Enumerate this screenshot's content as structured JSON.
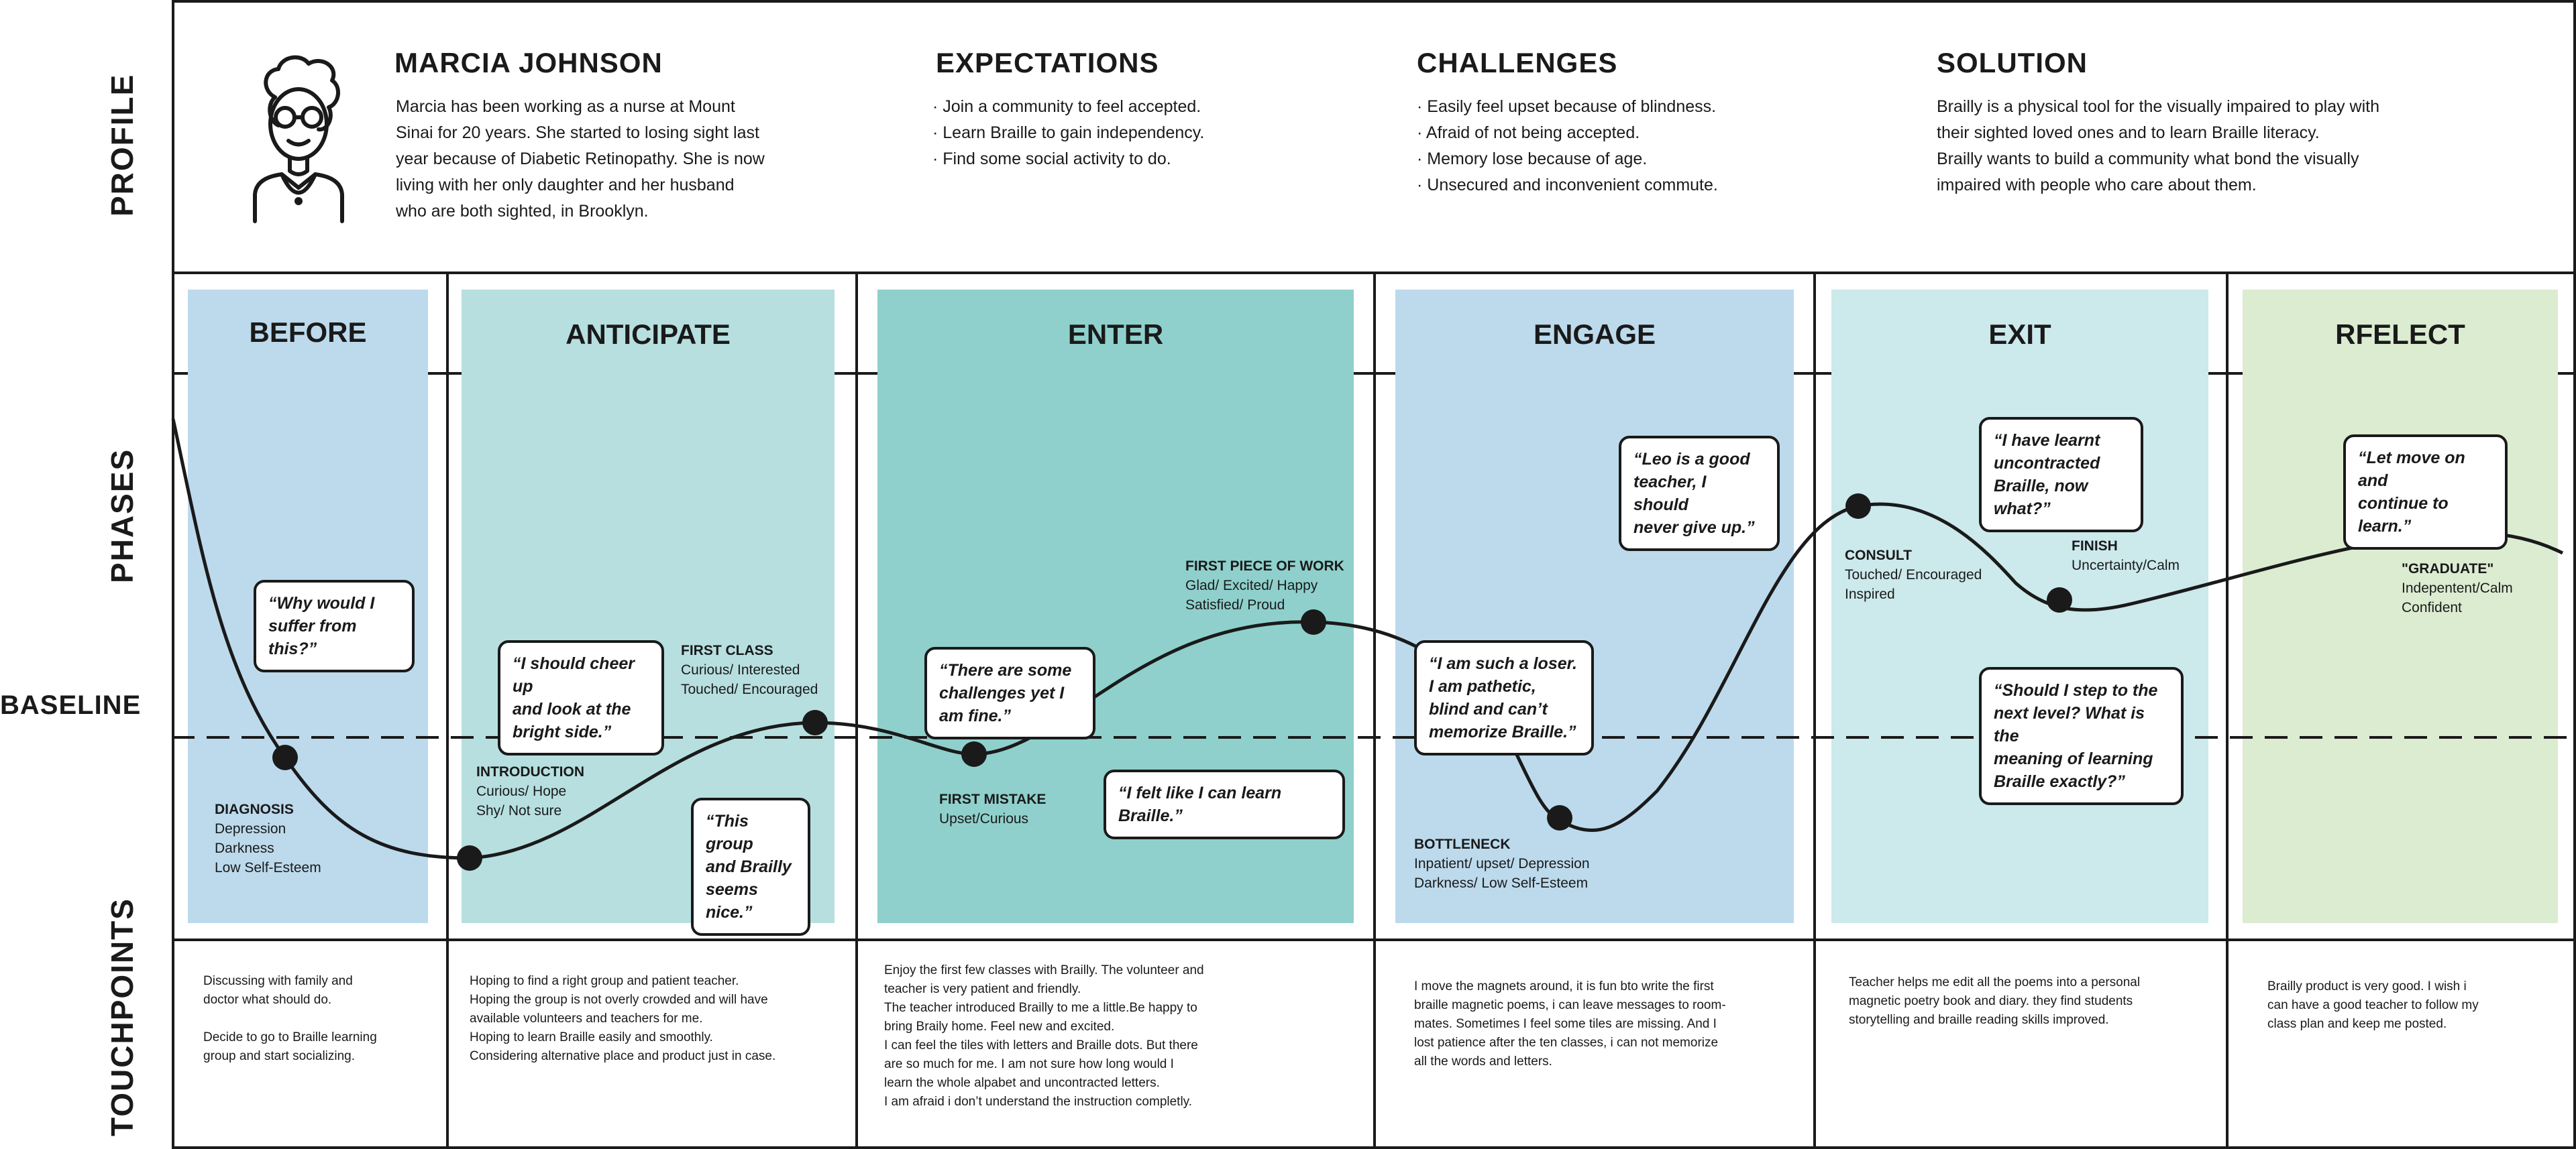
{
  "side_labels": {
    "profile": "PROFILE",
    "phases": "PHASES",
    "baseline": "BASELINE",
    "touchpoints": "TOUCHPOINTS"
  },
  "profile": {
    "name": "MARCIA JOHNSON",
    "bio": "Marcia has been working as a nurse at Mount\nSinai for 20 years. She started to losing sight last\nyear because of Diabetic Retinopathy. She is now\nliving with her only daughter and her husband\nwho are both sighted, in Brooklyn.",
    "expectations_title": "EXPECTATIONS",
    "expectations": "· Join a community to feel accepted.\n· Learn Braille to gain independency.\n· Find some social activity to do.",
    "challenges_title": "CHALLENGES",
    "challenges": "· Easily feel upset because of blindness.\n· Afraid of not being accepted.\n· Memory lose because of age.\n· Unsecured and inconvenient commute.",
    "solution_title": "SOLUTION",
    "solution": "Brailly is a physical tool for the visually impaired to play with\ntheir sighted loved ones and to learn Braille literacy.\nBrailly wants to build a community what bond the visually\nimpaired with people who care about them."
  },
  "phases": [
    {
      "title": "BEFORE",
      "color": "#bcdaec"
    },
    {
      "title": "ANTICIPATE",
      "color": "#b7dfe0"
    },
    {
      "title": "ENTER",
      "color": "#8fd0cc"
    },
    {
      "title": "ENGAGE",
      "color": "#bcdaec"
    },
    {
      "title": "EXIT",
      "color": "#cce9ec"
    },
    {
      "title": "RFELECT",
      "color": "#dbecd1"
    }
  ],
  "moods": {
    "diagnosis": {
      "title": "DIAGNOSIS",
      "text": "Depression\nDarkness\nLow Self-Esteem"
    },
    "introduction": {
      "title": "INTRODUCTION",
      "text": "Curious/ Hope\nShy/ Not sure"
    },
    "first_class": {
      "title": "FIRST CLASS",
      "text": "Curious/ Interested\nTouched/ Encouraged"
    },
    "first_mistake": {
      "title": "FIRST MISTAKE",
      "text": "Upset/Curious"
    },
    "first_work": {
      "title": "FIRST PIECE OF WORK",
      "text": "Glad/ Excited/ Happy\nSatisfied/ Proud"
    },
    "bottleneck": {
      "title": "BOTTLENECK",
      "text": "Inpatient/ upset/ Depression\nDarkness/ Low Self-Esteem"
    },
    "consult": {
      "title": "CONSULT",
      "text": "Touched/ Encouraged\nInspired"
    },
    "finish": {
      "title": "FINISH",
      "text": "Uncertainty/Calm"
    },
    "graduate": {
      "title": "\"GRADUATE\"",
      "text": "Indepentent/Calm\nConfident"
    }
  },
  "quotes": {
    "q1": "“Why would I\nsuffer from this?”",
    "q2": "“I should cheer up\nand look at the\nbright side.”",
    "q3": "“This group\nand Brailly\nseems nice.”",
    "q4": "“There are some\nchallenges yet I\nam fine.”",
    "q5": "“I felt like I can learn Braille.”",
    "q6": "“I am such a loser.\nI am pathetic,\nblind and can’t\nmemorize Braille.”",
    "q7": "“Leo is a good\nteacher, I should\nnever give up.”",
    "q8": "“I have learnt\nuncontracted\nBraille, now what?”",
    "q9": "“Should I step to the\nnext level? What is the\nmeaning of learning\nBraille exactly?”",
    "q10": "“Let move on and\ncontinue to learn.”"
  },
  "touchpoints": [
    "Discussing with family and\ndoctor what should do.\n\nDecide to go to Braille learning\ngroup and start socializing.",
    "Hoping to find a right group and patient teacher.\nHoping the group is not overly crowded and will have\navailable volunteers and teachers for me.\nHoping to learn Braille easily and smoothly.\nConsidering alternative place and product just in case.",
    "Enjoy the first few classes with Brailly. The volunteer and\nteacher is very patient and friendly.\nThe teacher introduced Brailly to me a little.Be happy to\nbring Braily home. Feel new and excited.\nI can feel the tiles with letters and Braille dots. But there\nare so much for me. I am not sure  how long would I\nlearn  the whole alpabet and uncontracted letters.\nI am afraid i don’t understand the instruction completly.",
    "I move the magnets around, it is fun bto write the first\nbraille magnetic poems, i can leave messages to room-\nmates. Sometimes I feel some tiles are missing. And I\nlost patience after the ten classes, i can not memorize\nall the words and letters.",
    "Teacher helps me edit all the poems into a personal\nmagnetic poetry book and diary. they find students\nstorytelling and braille reading skills improved.",
    "Brailly product is very good. I wish i\ncan have a good teacher to follow my\nclass plan and keep me posted."
  ],
  "icons": {
    "persona": "persona-avatar-icon"
  }
}
